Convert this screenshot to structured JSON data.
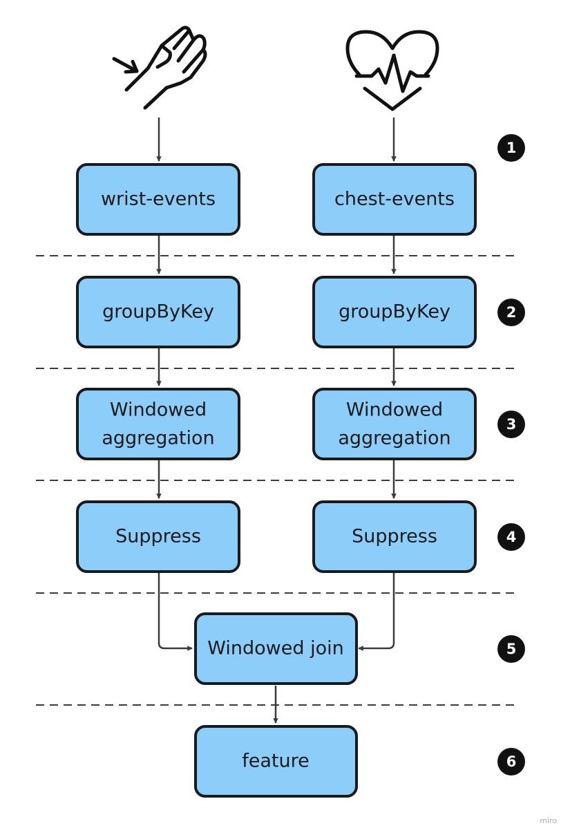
{
  "icons": {
    "left": "hand-wrist-icon",
    "right": "heart-pulse-icon"
  },
  "nodes": {
    "wrist_events": "wrist-events",
    "chest_events": "chest-events",
    "group_left": "groupByKey",
    "group_right": "groupByKey",
    "agg_left": [
      "Windowed",
      "aggregation"
    ],
    "agg_right": [
      "Windowed",
      "aggregation"
    ],
    "suppress_left": "Suppress",
    "suppress_right": "Suppress",
    "join": "Windowed join",
    "feature": "feature"
  },
  "steps": [
    "1",
    "2",
    "3",
    "4",
    "5",
    "6"
  ],
  "watermark": "miro",
  "colors": {
    "node_fill": "#8ccdfa",
    "node_stroke": "#1a1a1a",
    "badge": "#111111"
  }
}
